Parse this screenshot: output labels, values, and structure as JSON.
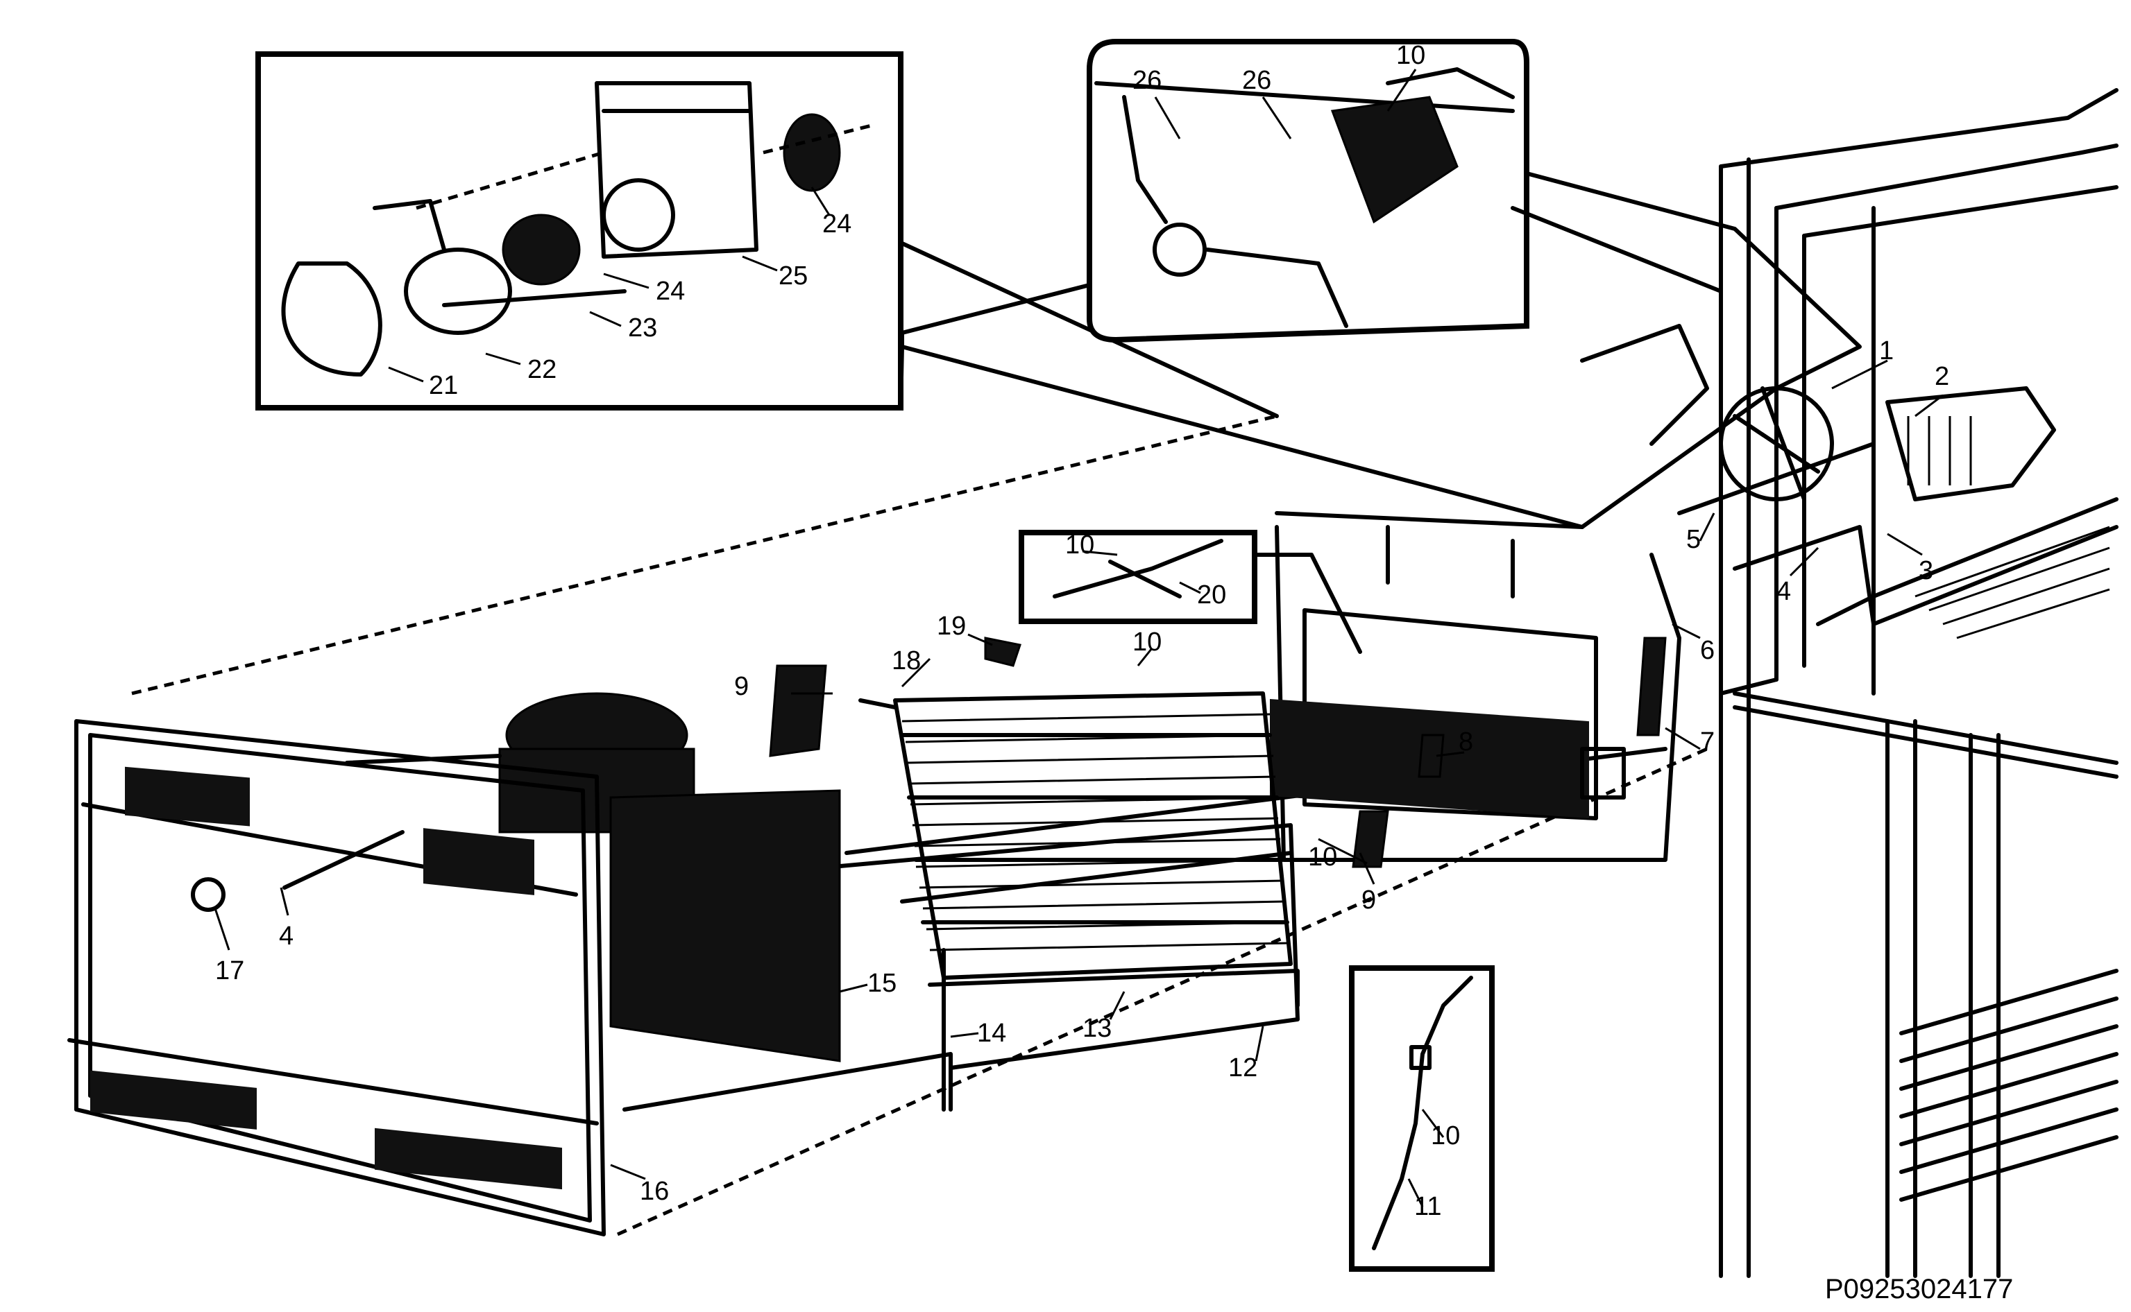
{
  "callouts": [
    "1",
    "2",
    "3",
    "4",
    "5",
    "6",
    "7",
    "8",
    "9",
    "10",
    "10",
    "10",
    "10",
    "10",
    "11",
    "12",
    "13",
    "14",
    "15",
    "16",
    "17",
    "4",
    "9",
    "18",
    "19",
    "20",
    "21",
    "22",
    "23",
    "24",
    "24",
    "25",
    "26",
    "26"
  ],
  "drawing_code": "P09253024177"
}
